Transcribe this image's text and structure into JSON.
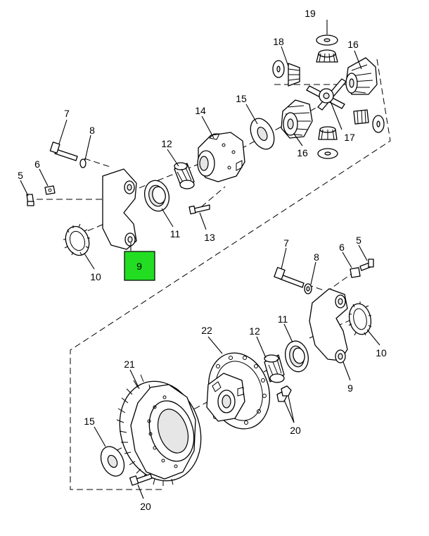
{
  "callouts": {
    "c19": "19",
    "c18": "18",
    "c16a": "16",
    "c15a": "15",
    "c14": "14",
    "c17": "17",
    "c16b": "16",
    "c12a": "12",
    "c7a": "7",
    "c8a": "8",
    "c6a": "6",
    "c5a": "5",
    "c11a": "11",
    "c13": "13",
    "c10a": "10",
    "c9a": "9",
    "c7b": "7",
    "c8b": "8",
    "c6b": "6",
    "c5b": "5",
    "c11b": "11",
    "c12b": "12",
    "c22": "22",
    "c21": "21",
    "c10b": "10",
    "c9b": "9",
    "c20a": "20",
    "c15b": "15",
    "c20b": "20"
  },
  "highlight": {
    "color": "#22dd22"
  }
}
